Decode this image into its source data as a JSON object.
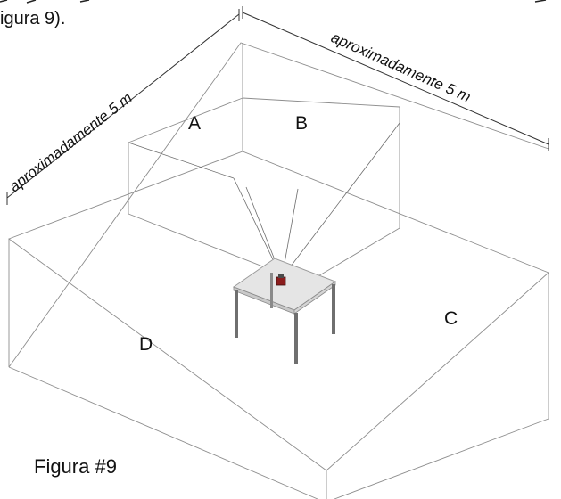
{
  "header_text": "igura 9).",
  "dimensions": {
    "left": "aproximadamente 5 m",
    "right": "aproximadamente 5 m"
  },
  "walls": {
    "a": "A",
    "b": "B",
    "c": "C",
    "d": "D"
  },
  "caption": "Figura #9"
}
